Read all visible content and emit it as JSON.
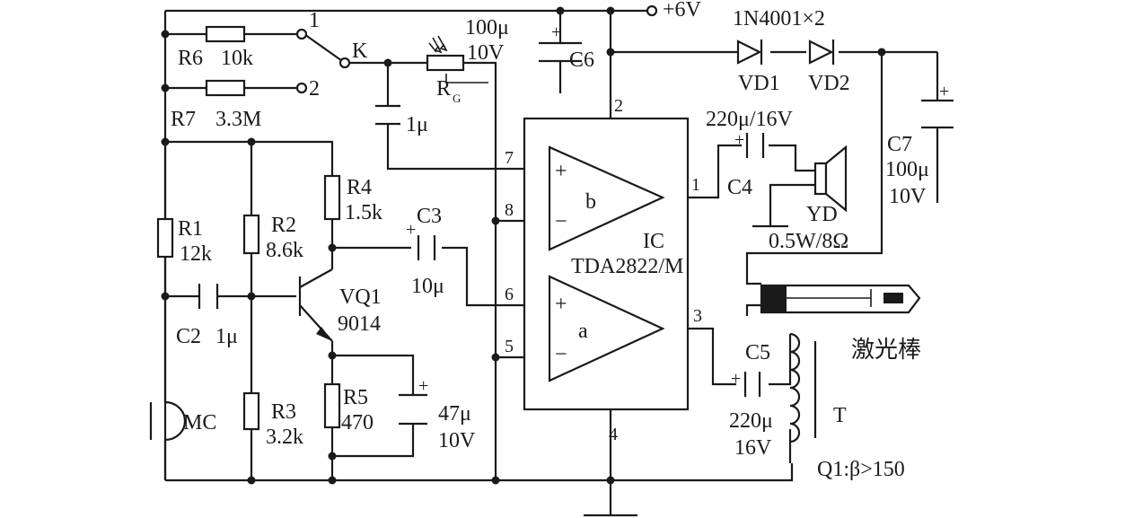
{
  "supply": {
    "label": "+6V"
  },
  "switch": {
    "name": "K",
    "pos1": "1",
    "pos2": "2"
  },
  "components": {
    "r6": {
      "name": "R6",
      "value": "10k"
    },
    "r7": {
      "name": "R7",
      "value": "3.3M"
    },
    "r1": {
      "name": "R1",
      "value": "12k"
    },
    "r2": {
      "name": "R2",
      "value": "8.6k"
    },
    "r3": {
      "name": "R3",
      "value": "3.2k"
    },
    "r4": {
      "name": "R4",
      "value": "1.5k"
    },
    "r5": {
      "name": "R5",
      "value": "470"
    },
    "rg": {
      "name": "R",
      "subscript": "G",
      "value": "100μ",
      "rating": "10V"
    },
    "c1": {
      "value": "1μ"
    },
    "c2": {
      "name": "C2",
      "value": "1μ"
    },
    "c3": {
      "name": "C3",
      "value": "10μ"
    },
    "c4": {
      "name": "C4",
      "value": "220μ/16V"
    },
    "c5": {
      "name": "C5",
      "value": "220μ",
      "rating": "16V"
    },
    "c6": {
      "name": "C6"
    },
    "c7": {
      "name": "C7",
      "value": "100μ",
      "rating": "10V"
    },
    "ce": {
      "value": "47μ",
      "rating": "10V"
    },
    "vq1": {
      "name": "VQ1",
      "part": "9014"
    },
    "diodes": {
      "part": "1N4001×2",
      "d1": "VD1",
      "d2": "VD2"
    },
    "mic": {
      "name": "MC"
    },
    "speaker": {
      "name": "YD",
      "rating": "0.5W/8Ω"
    },
    "transformer": {
      "name": "T",
      "note": "Q1:β>150"
    },
    "laser": {
      "name": "激光棒"
    }
  },
  "ic": {
    "name": "IC",
    "part": "TDA2822/M",
    "amp_b": "b",
    "amp_a": "a",
    "plus": "+",
    "minus": "−",
    "pins": {
      "p1": "1",
      "p2": "2",
      "p3": "3",
      "p4": "4",
      "p5": "5",
      "p6": "6",
      "p7": "7",
      "p8": "8"
    }
  },
  "polarity": "+"
}
